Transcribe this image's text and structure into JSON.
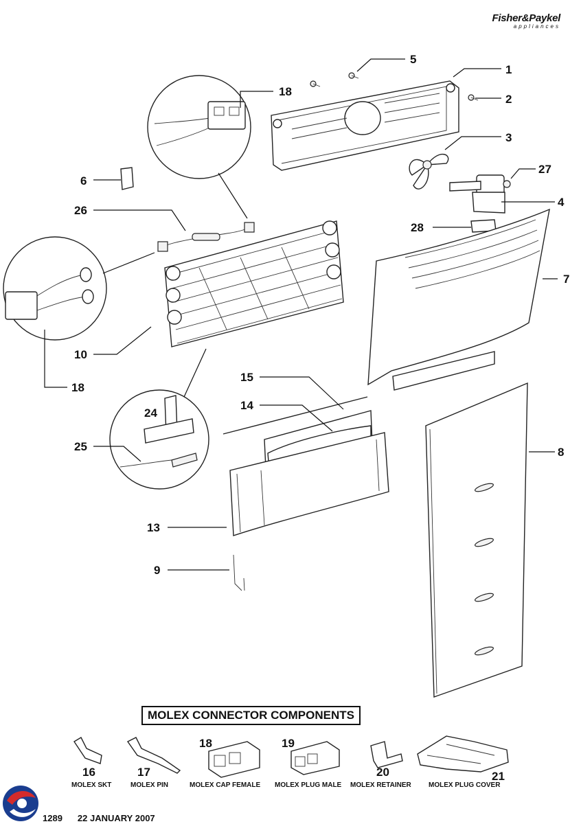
{
  "brand": {
    "name": "Fisher&Paykel",
    "subtitle": "appliances"
  },
  "callouts": {
    "c1": "1",
    "c2": "2",
    "c3": "3",
    "c4": "4",
    "c5": "5",
    "c6": "6",
    "c7": "7",
    "c8": "8",
    "c9": "9",
    "c10": "10",
    "c13": "13",
    "c14": "14",
    "c15": "15",
    "c18a": "18",
    "c18b": "18",
    "c24": "24",
    "c25": "25",
    "c26": "26",
    "c27": "27",
    "c28": "28"
  },
  "molex": {
    "title": "MOLEX CONNECTOR COMPONENTS",
    "items": [
      {
        "num": "16",
        "caption": "MOLEX SKT"
      },
      {
        "num": "17",
        "caption": "MOLEX PIN"
      },
      {
        "num": "18",
        "caption": "MOLEX CAP FEMALE"
      },
      {
        "num": "19",
        "caption": "MOLEX PLUG MALE"
      },
      {
        "num": "20",
        "caption": "MOLEX RETAINER"
      },
      {
        "num": "21",
        "caption": "MOLEX PLUG COVER"
      }
    ]
  },
  "footer": {
    "code": "1289",
    "date": "22 JANUARY 2007"
  },
  "colors": {
    "logo_blue": "#1a3d8f",
    "logo_red": "#d42b2b"
  }
}
